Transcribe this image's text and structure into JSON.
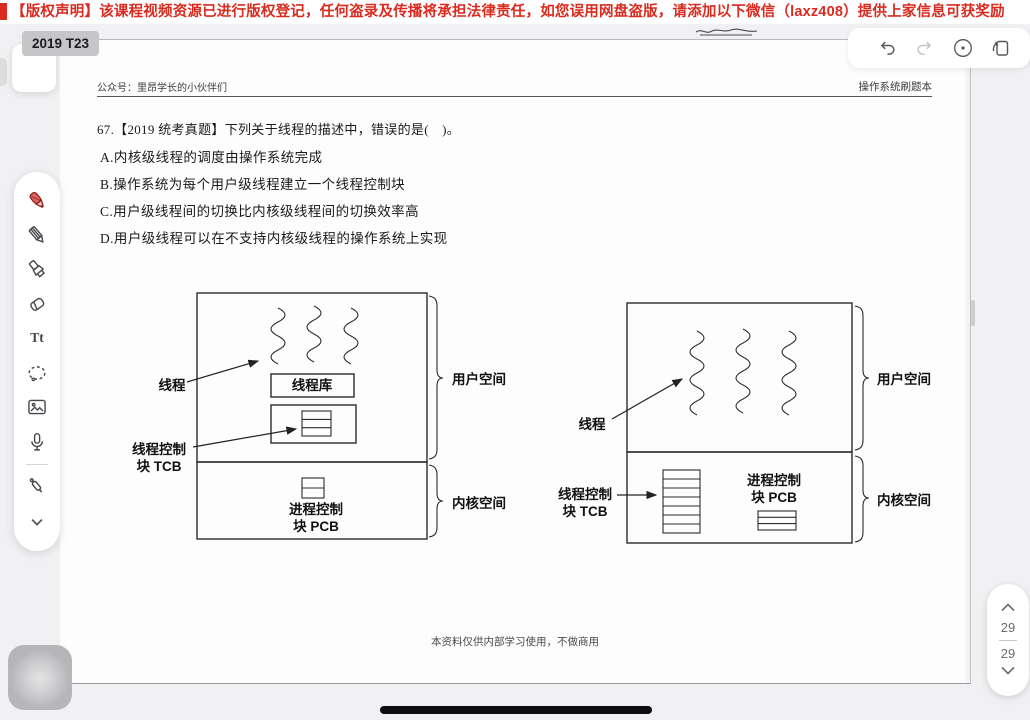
{
  "banner": {
    "text": "【版权声明】该课程视频资源已进行版权登记，任何盗录及传播将承担法律责任，如您误用网盘盗版，请添加以下微信（laxz408）提供上家信息可获奖励"
  },
  "doc_tab": {
    "label": "2019 T23"
  },
  "toolbar": {
    "icons": [
      "undo",
      "redo",
      "laser-dot",
      "rotate-page"
    ]
  },
  "sidebar": {
    "tools": [
      "pen",
      "pencil",
      "highlighter",
      "eraser",
      "text",
      "lasso",
      "image",
      "microphone",
      "laser-pointer",
      "collapse"
    ],
    "text_tool_label": "Tt"
  },
  "page": {
    "header_left": "公众号：里昂学长的小伙伴们",
    "header_right": "操作系统刷题本",
    "question": "67.【2019 统考真题】下列关于线程的描述中，错误的是(　)。",
    "options": [
      "A.内核级线程的调度由操作系统完成",
      "B.操作系统为每个用户级线程建立一个线程控制块",
      "C.用户级线程间的切换比内核级线程间的切换效率高",
      "D.用户级线程可以在不支持内核级线程的操作系统上实现"
    ],
    "footer_note": "本资料仅供内部学习使用，不做商用"
  },
  "diagrams": {
    "left": {
      "thread": "线程",
      "thread_library": "线程库",
      "tcb_line1": "线程控制",
      "tcb_line2": "块 TCB",
      "pcb_line1": "进程控制",
      "pcb_line2": "块 PCB",
      "user_space": "用户空间",
      "kernel_space": "内核空间"
    },
    "right": {
      "thread": "线程",
      "tcb_line1": "线程控制",
      "tcb_line2": "块 TCB",
      "pcb_line1": "进程控制",
      "pcb_line2": "块 PCB",
      "user_space": "用户空间",
      "kernel_space": "内核空间"
    }
  },
  "page_nav": {
    "current_page": "29",
    "total_pages": "29"
  },
  "colors": {
    "banner_text": "#d92b1f",
    "active_pen": "#d0453e",
    "home_indicator": "#0c0c11"
  }
}
